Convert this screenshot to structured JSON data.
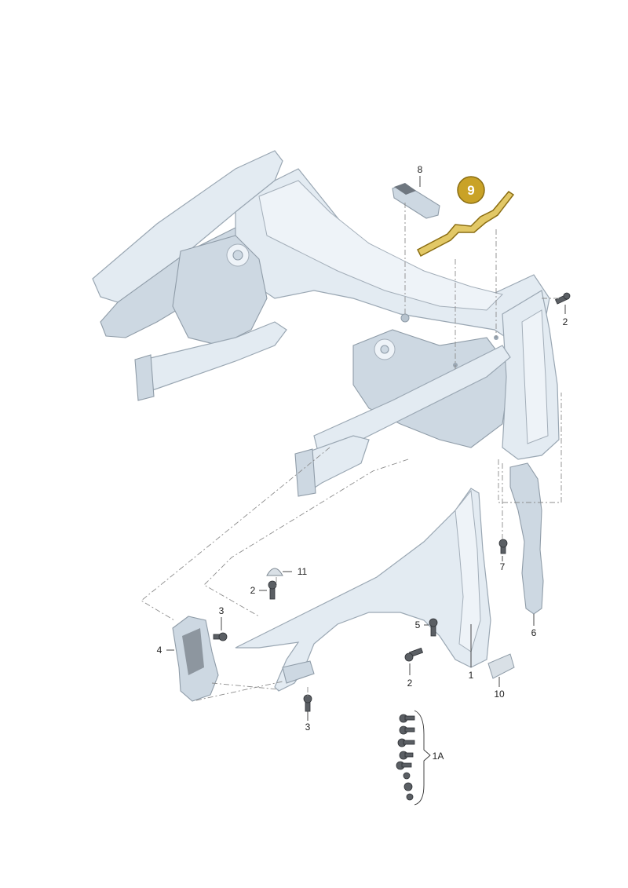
{
  "callouts": [
    {
      "id": "p1",
      "text": "1"
    },
    {
      "id": "p1a",
      "text": "1A"
    },
    {
      "id": "p2a",
      "text": "2"
    },
    {
      "id": "p2b",
      "text": "2"
    },
    {
      "id": "p2c",
      "text": "2"
    },
    {
      "id": "p3a",
      "text": "3"
    },
    {
      "id": "p3b",
      "text": "3"
    },
    {
      "id": "p4",
      "text": "4"
    },
    {
      "id": "p5",
      "text": "5"
    },
    {
      "id": "p6",
      "text": "6"
    },
    {
      "id": "p7",
      "text": "7"
    },
    {
      "id": "p8",
      "text": "8"
    },
    {
      "id": "p9",
      "text": "9"
    },
    {
      "id": "p10",
      "text": "10"
    },
    {
      "id": "p11",
      "text": "11"
    }
  ],
  "colors": {
    "highlight_fill": "#c9a227",
    "highlight_stroke": "#8a6d12",
    "body_panel": "#e3ebf2"
  }
}
